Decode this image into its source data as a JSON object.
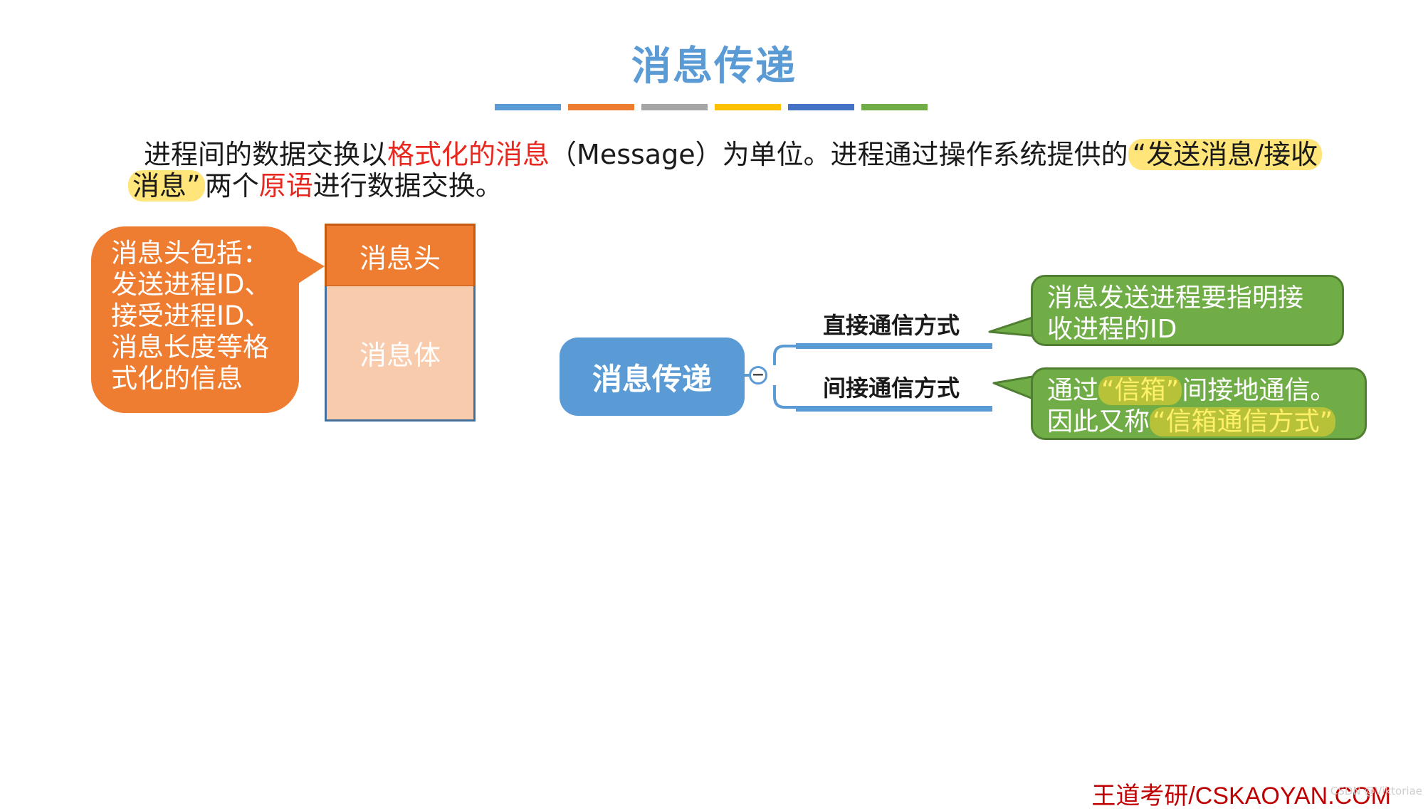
{
  "title": {
    "text": "消息传递",
    "color": "#5b9bd5"
  },
  "stripes": [
    "#5b9bd5",
    "#ed7d31",
    "#a5a5a5",
    "#ffc000",
    "#4472c4",
    "#70ad47"
  ],
  "intro": {
    "line1": {
      "a": "进程间的数据交换以",
      "b": "格式化的消息",
      "c": "（Message）为单位。进程通过操作系统提供的",
      "d": "“发送消息/接收"
    },
    "line2": {
      "a": "消息”",
      "b": "两个",
      "c": "原语",
      "d": "进行数据交换。"
    }
  },
  "header_bubble": {
    "lines": [
      "消息头包括：",
      "发送进程ID、",
      "接受进程ID、",
      "消息长度等格",
      "式化的信息"
    ]
  },
  "message_box": {
    "head": "消息头",
    "body": "消息体"
  },
  "mindmap": {
    "central": "消息传递",
    "collapse_symbol": "−",
    "branches": [
      {
        "label": "直接通信方式",
        "callout_lines": [
          "消息发送进程要指明接",
          "收进程的ID"
        ]
      },
      {
        "label": "间接通信方式",
        "callout": {
          "l1a": "通过",
          "l1b": "“信箱”",
          "l1c": "间接地通信。",
          "l2a": "因此又称",
          "l2b": "“信箱通信方式”"
        }
      }
    ]
  },
  "footer": {
    "text": "王道考研/CSKAOYAN.COM"
  },
  "watermark": {
    "text": "CSDN @Viktoriae"
  }
}
